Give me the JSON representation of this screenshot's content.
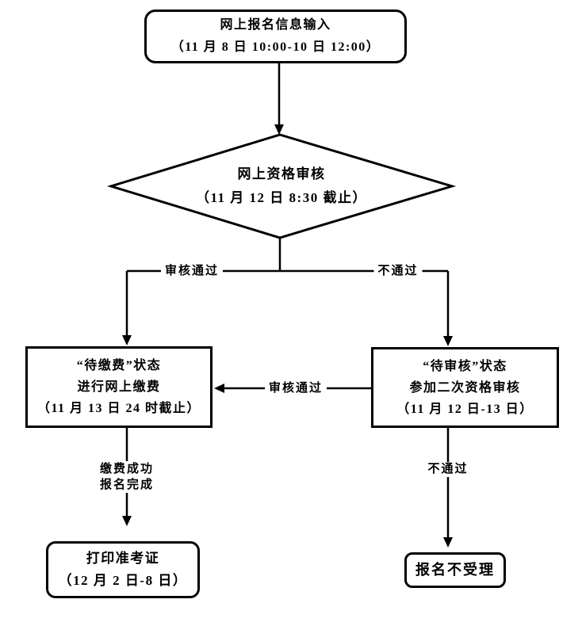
{
  "diagram": {
    "colors": {
      "line": "#000000",
      "text": "#000000",
      "background": "#ffffff"
    },
    "nodes": {
      "start": {
        "shape": "rounded-rectangle",
        "lines": [
          "网上报名信息输入",
          "（11 月 8 日 10:00-10 日 12:00）"
        ]
      },
      "review": {
        "shape": "diamond",
        "lines": [
          "网上资格审核",
          "（11 月 12 日 8:30 截止）"
        ]
      },
      "pay": {
        "shape": "rectangle",
        "lines": [
          "“待缴费”状态",
          "进行网上缴费",
          "（11 月 13 日 24 时截止）"
        ]
      },
      "second_review": {
        "shape": "rectangle",
        "lines": [
          "“待审核”状态",
          "参加二次资格审核",
          "（11 月 12 日-13 日）"
        ]
      },
      "print": {
        "shape": "rounded-rectangle",
        "lines": [
          "打印准考证",
          "（12 月 2 日-8 日）"
        ]
      },
      "reject": {
        "shape": "rounded-rectangle",
        "lines": [
          "报名不受理"
        ]
      }
    },
    "edge_labels": {
      "review_pass": "审核通过",
      "review_fail": "不通过",
      "second_review_pass": "审核通过",
      "pay_success": [
        "缴费成功",
        "报名完成"
      ],
      "second_review_fail": "不通过"
    }
  }
}
